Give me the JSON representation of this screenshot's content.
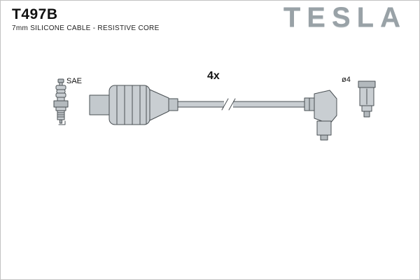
{
  "header": {
    "part_number": "T497B",
    "subtitle": "7mm SILICONE CABLE - RESISTIVE CORE",
    "brand": "TESLA"
  },
  "diagram": {
    "spark_plug_label": "SAE",
    "quantity_label": "4x",
    "terminal_diameter_label": "ø4"
  },
  "colors": {
    "logo_gray": "#99a2a7",
    "part_fill_light": "#c9ced2",
    "part_fill_dark": "#b3b9bd",
    "outline": "#4a5054",
    "text": "#111111",
    "border": "#c2c2c2"
  }
}
